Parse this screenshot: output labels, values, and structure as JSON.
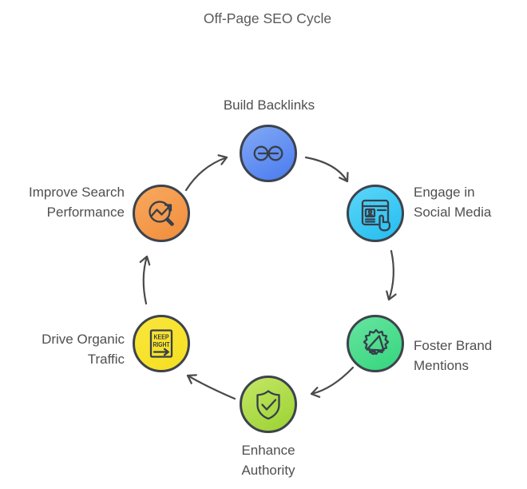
{
  "title": "Off-Page SEO Cycle",
  "diagram": {
    "type": "cycle",
    "direction": "clockwise",
    "arrow_color": "#4a4a4a",
    "nodes": [
      {
        "id": "build-backlinks",
        "label": "Build Backlinks",
        "lines": [
          "Build Backlinks"
        ],
        "icon": "chain-link-icon",
        "colors": {
          "top": "#82a9f4",
          "bottom": "#4a7bf0",
          "border": "#3d434d"
        }
      },
      {
        "id": "engage-social-media",
        "label": "Engage in Social Media",
        "lines": [
          "Engage in",
          "Social Media"
        ],
        "icon": "browser-profile-hand-icon",
        "colors": {
          "top": "#5cd6f9",
          "bottom": "#23bdf0",
          "border": "#3d434d"
        }
      },
      {
        "id": "foster-brand-mentions",
        "label": "Foster Brand Mentions",
        "lines": [
          "Foster Brand",
          "Mentions"
        ],
        "icon": "megaphone-badge-icon",
        "colors": {
          "top": "#67e5a0",
          "bottom": "#34d57d",
          "border": "#3d434d"
        }
      },
      {
        "id": "enhance-authority",
        "label": "Enhance Authority",
        "lines": [
          "Enhance",
          "Authority"
        ],
        "icon": "shield-check-icon",
        "colors": {
          "top": "#c4e765",
          "bottom": "#9bd232",
          "border": "#3d434d"
        }
      },
      {
        "id": "drive-organic-traffic",
        "label": "Drive Organic Traffic",
        "lines": [
          "Drive Organic",
          "Traffic"
        ],
        "icon": "keep-right-sign-icon",
        "sign": {
          "line1": "KEEP",
          "line2": "RIGHT"
        },
        "colors": {
          "top": "#f9e63c",
          "bottom": "#f6df21",
          "border": "#3d434d"
        }
      },
      {
        "id": "improve-search-performance",
        "label": "Improve Search Performance",
        "lines": [
          "Improve Search",
          "Performance"
        ],
        "icon": "magnifier-trend-icon",
        "colors": {
          "top": "#f8a95f",
          "bottom": "#f18d3b",
          "border": "#3d434d"
        }
      }
    ]
  }
}
